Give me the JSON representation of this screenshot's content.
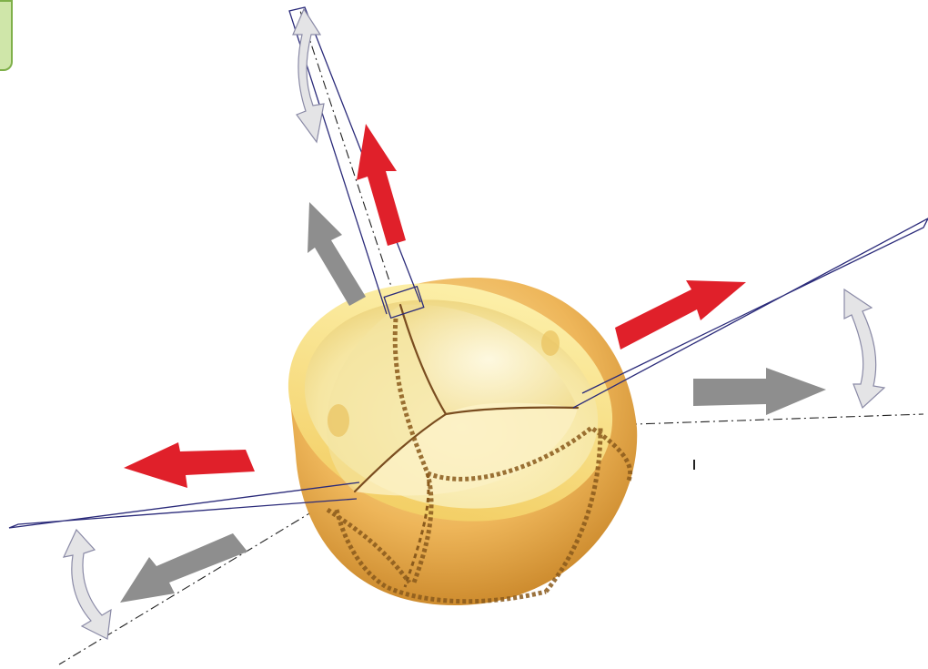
{
  "figure": {
    "subject": "bioprosthetic-valve",
    "colors": {
      "red_arrow": "#e0202a",
      "gray_arrow": "#8e8e8e",
      "light_arrow_fill": "#e4e4e6",
      "light_arrow_stroke": "#8a8aa6",
      "guide_line": "#2b2b7a",
      "axis_line": "#222222",
      "valve_outer_top": "#f4d37c",
      "valve_outer_bottom": "#c98420",
      "valve_rim": "#fbe58d",
      "valve_inner": "#f7eaae",
      "suture": "#8a5a1c",
      "corner_tab": "#cfe6a9"
    },
    "arrows": [
      {
        "name": "red-arrow-top",
        "color": "red"
      },
      {
        "name": "red-arrow-right",
        "color": "red"
      },
      {
        "name": "red-arrow-left",
        "color": "red"
      },
      {
        "name": "gray-arrow-top",
        "color": "gray"
      },
      {
        "name": "gray-arrow-right",
        "color": "gray"
      },
      {
        "name": "gray-arrow-bottom-left",
        "color": "gray"
      },
      {
        "name": "bend-arrow-top",
        "color": "light"
      },
      {
        "name": "bend-arrow-right",
        "color": "light"
      },
      {
        "name": "bend-arrow-left",
        "color": "light"
      }
    ]
  }
}
